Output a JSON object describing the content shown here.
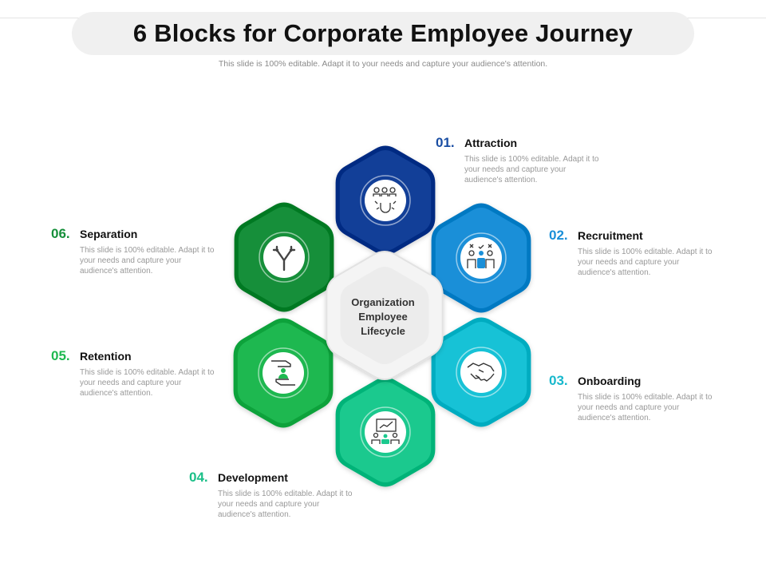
{
  "title": "6 Blocks for Corporate Employee Journey",
  "subtitle": "This slide is 100% editable. Adapt it to your needs and capture your audience's attention.",
  "center": {
    "line1": "Organization",
    "line2": "Employee",
    "line3": "Lifecycle"
  },
  "stages": [
    {
      "number": "01.",
      "title": "Attraction",
      "description": "This slide is 100% editable. Adapt it to your needs and capture your audience's attention.",
      "color": "#123f98",
      "icon": "attraction-magnet-icon"
    },
    {
      "number": "02.",
      "title": "Recruitment",
      "description": "This slide is 100% editable. Adapt it to your needs and capture your audience's attention.",
      "color": "#1a8fd8",
      "icon": "recruitment-candidates-icon"
    },
    {
      "number": "03.",
      "title": "Onboarding",
      "description": "This slide is 100% editable. Adapt it to your needs and capture your audience's attention.",
      "color": "#17c2d6",
      "icon": "handshake-icon"
    },
    {
      "number": "04.",
      "title": "Development",
      "description": "This slide is 100% editable. Adapt it to your needs and capture your audience's attention.",
      "color": "#1bc98e",
      "icon": "presentation-board-icon"
    },
    {
      "number": "05.",
      "title": "Retention",
      "description": "This slide is 100% editable. Adapt it to your needs and capture your audience's attention.",
      "color": "#1eb850",
      "icon": "hands-holding-person-icon"
    },
    {
      "number": "06.",
      "title": "Separation",
      "description": "This slide is 100% editable. Adapt it to your needs and capture your audience's attention.",
      "color": "#168f3a",
      "icon": "split-arrows-icon"
    }
  ]
}
